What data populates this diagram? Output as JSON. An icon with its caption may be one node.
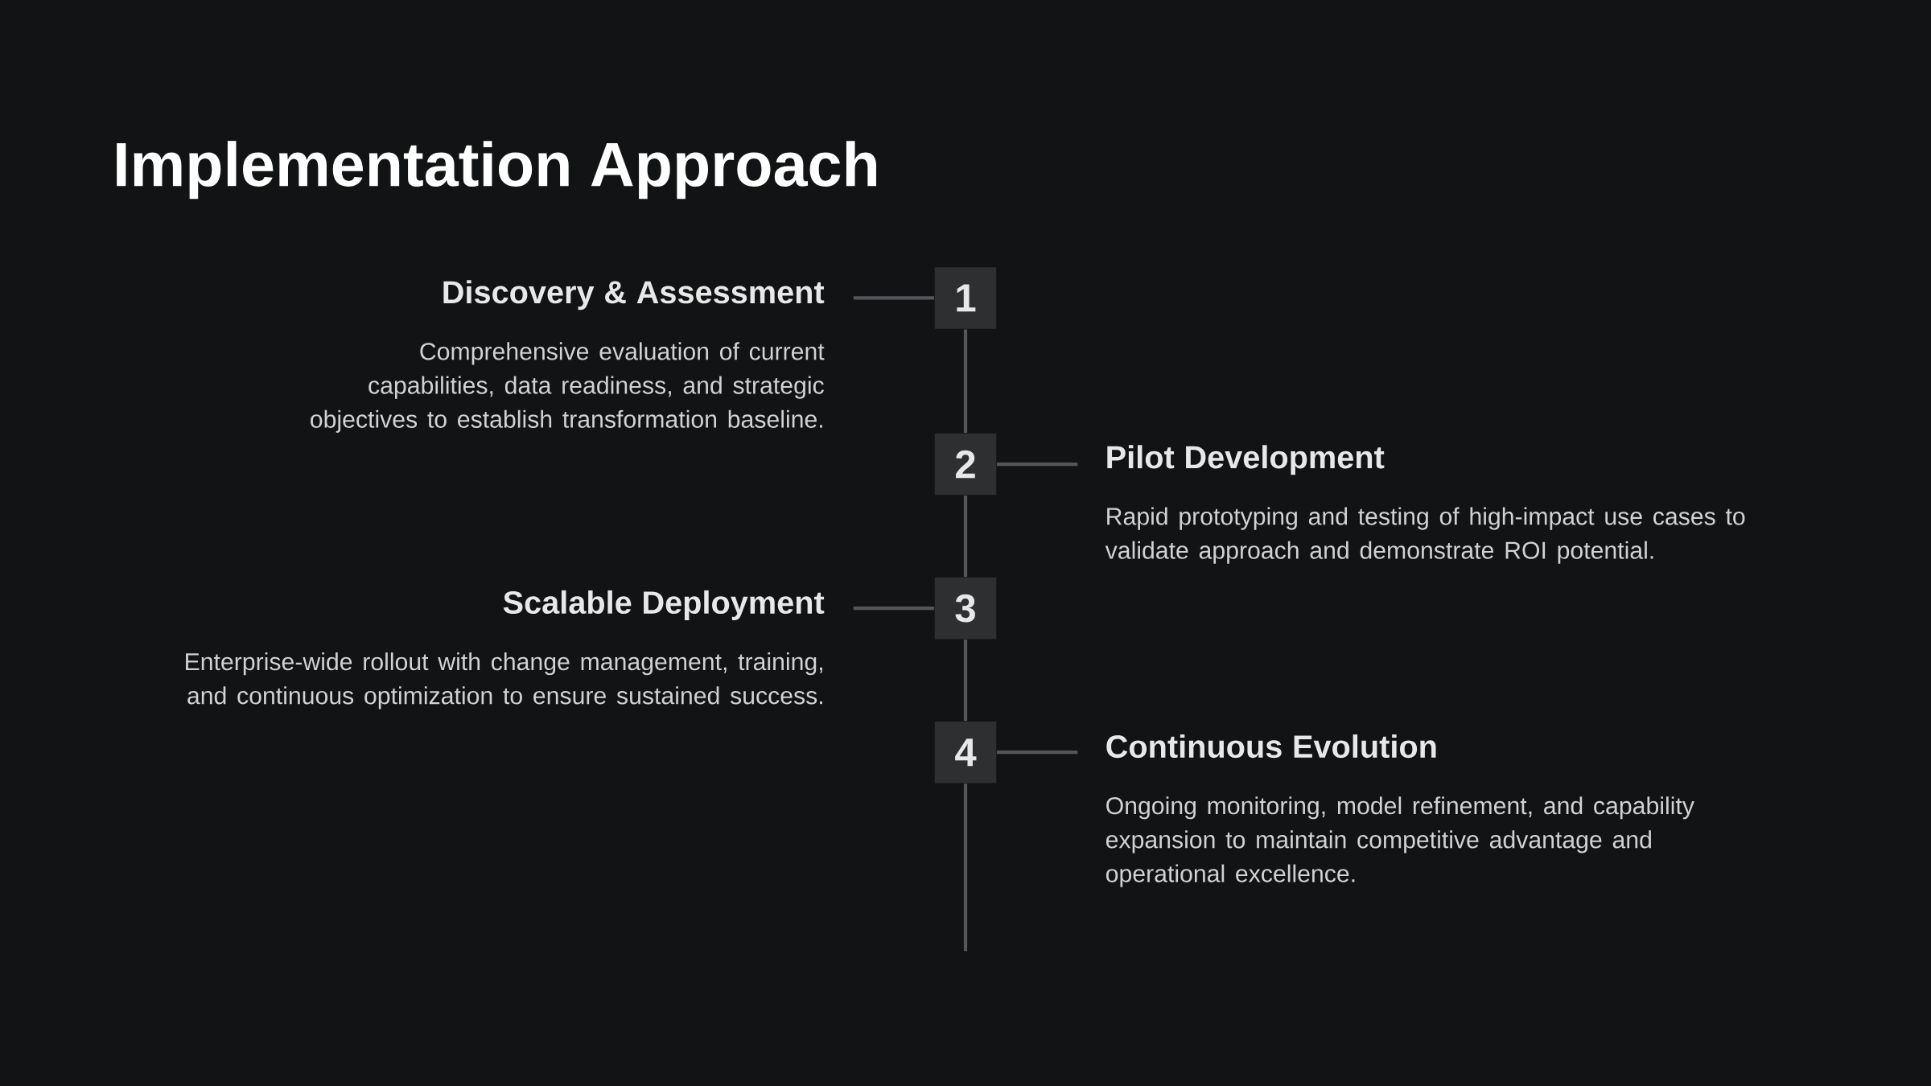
{
  "diagram": {
    "title": "Implementation Approach",
    "nodes": [
      {
        "text": [
          "1"
        ]
      },
      {
        "text": [
          "2"
        ]
      },
      {
        "text": [
          "3"
        ]
      },
      {
        "text": [
          "4"
        ]
      },
      {
        "text": [
          "Discovery & Assessment",
          "Comprehensive evaluation of current capabilities, data readiness, and strategic objectives to establish transformation baseline."
        ]
      },
      {
        "text": [
          "Pilot Development",
          "Rapid prototyping and testing of high-impact use cases to validate approach and demonstrate ROI potential."
        ]
      },
      {
        "text": [
          "Scalable Deployment",
          "Enterprise-wide rollout with change management, training, and continuous optimization to ensure sustained success."
        ]
      },
      {
        "text": [
          "Continuous Evolution",
          "Ongoing monitoring, model refinement, and capability expansion to maintain competitive advantage and operational excellence."
        ]
      }
    ],
    "edges": [
      {
        "from": 4,
        "to": 0,
        "arrow": "none"
      },
      {
        "from": 0,
        "to": 1,
        "arrow": "none"
      },
      {
        "from": 1,
        "to": 5,
        "arrow": "none"
      },
      {
        "from": 1,
        "to": 2,
        "arrow": "none"
      },
      {
        "from": 6,
        "to": 2,
        "arrow": "none"
      },
      {
        "from": 2,
        "to": 3,
        "arrow": "none"
      },
      {
        "from": 3,
        "to": 7,
        "arrow": "none"
      },
      {
        "from": 3,
        "to": null,
        "arrow": "none"
      }
    ]
  }
}
